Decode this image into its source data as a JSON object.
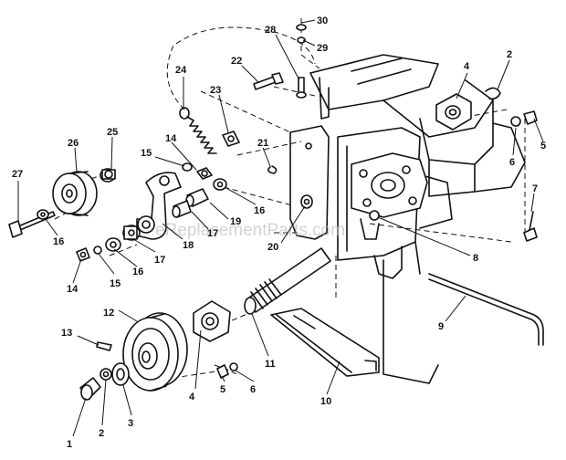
{
  "watermark": "eReplacementParts.com",
  "callouts": [
    "30",
    "29",
    "28",
    "22",
    "24",
    "23",
    "4",
    "2",
    "25",
    "26",
    "14",
    "15",
    "21",
    "5",
    "6",
    "27",
    "16",
    "19",
    "16",
    "7",
    "17",
    "18",
    "20",
    "8",
    "14",
    "15",
    "16",
    "17",
    "12",
    "11",
    "9",
    "13",
    "4",
    "5",
    "6",
    "10",
    "1",
    "2",
    "3"
  ]
}
